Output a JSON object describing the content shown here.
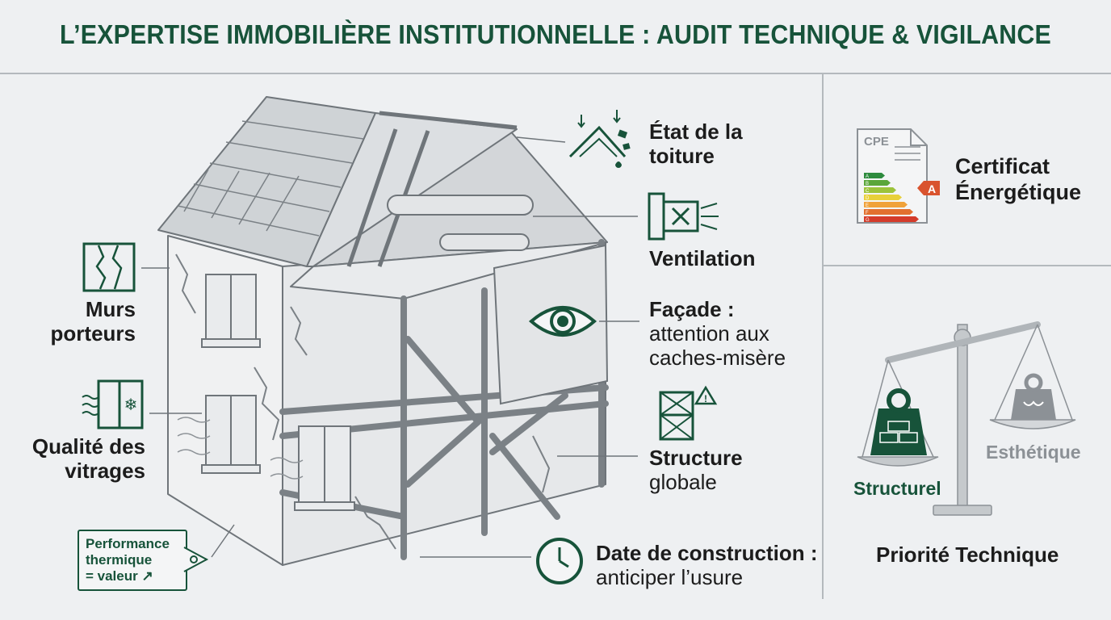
{
  "title": "L’EXPERTISE IMMOBILIÈRE INSTITUTIONNELLE : AUDIT TECHNIQUE & VIGILANCE",
  "labels": {
    "murs": [
      "Murs",
      "porteurs"
    ],
    "vitrages": [
      "Qualité des",
      "vitrages"
    ],
    "toiture": [
      "État de la",
      "toiture"
    ],
    "ventilation": "Ventilation",
    "facade_title": "Façade :",
    "facade_sub": [
      "attention aux",
      "caches-misère"
    ],
    "structure_title": "Structure",
    "structure_sub": "globale",
    "date_title": "Date de construction :",
    "date_sub": "anticiper l’usure",
    "performance": [
      "Performance",
      "thermique",
      "= valeur ↗"
    ]
  },
  "cpe": {
    "doc_label": "CPE",
    "grades": [
      "A",
      "B",
      "C",
      "D",
      "E",
      "F",
      "G"
    ],
    "grade_colors": [
      "#2e8b3e",
      "#5aa63a",
      "#9cc33b",
      "#e8d03a",
      "#f0a23a",
      "#e2702f",
      "#d43b2a"
    ],
    "rating": "A",
    "rating_color": "#d9532e",
    "label": [
      "Certificat",
      "Énergétique"
    ]
  },
  "balance": {
    "left": "Structurel",
    "right": "Esthétique",
    "caption": "Priorité Technique"
  },
  "colors": {
    "accent": "#17533a",
    "grey": "#8c9196"
  }
}
